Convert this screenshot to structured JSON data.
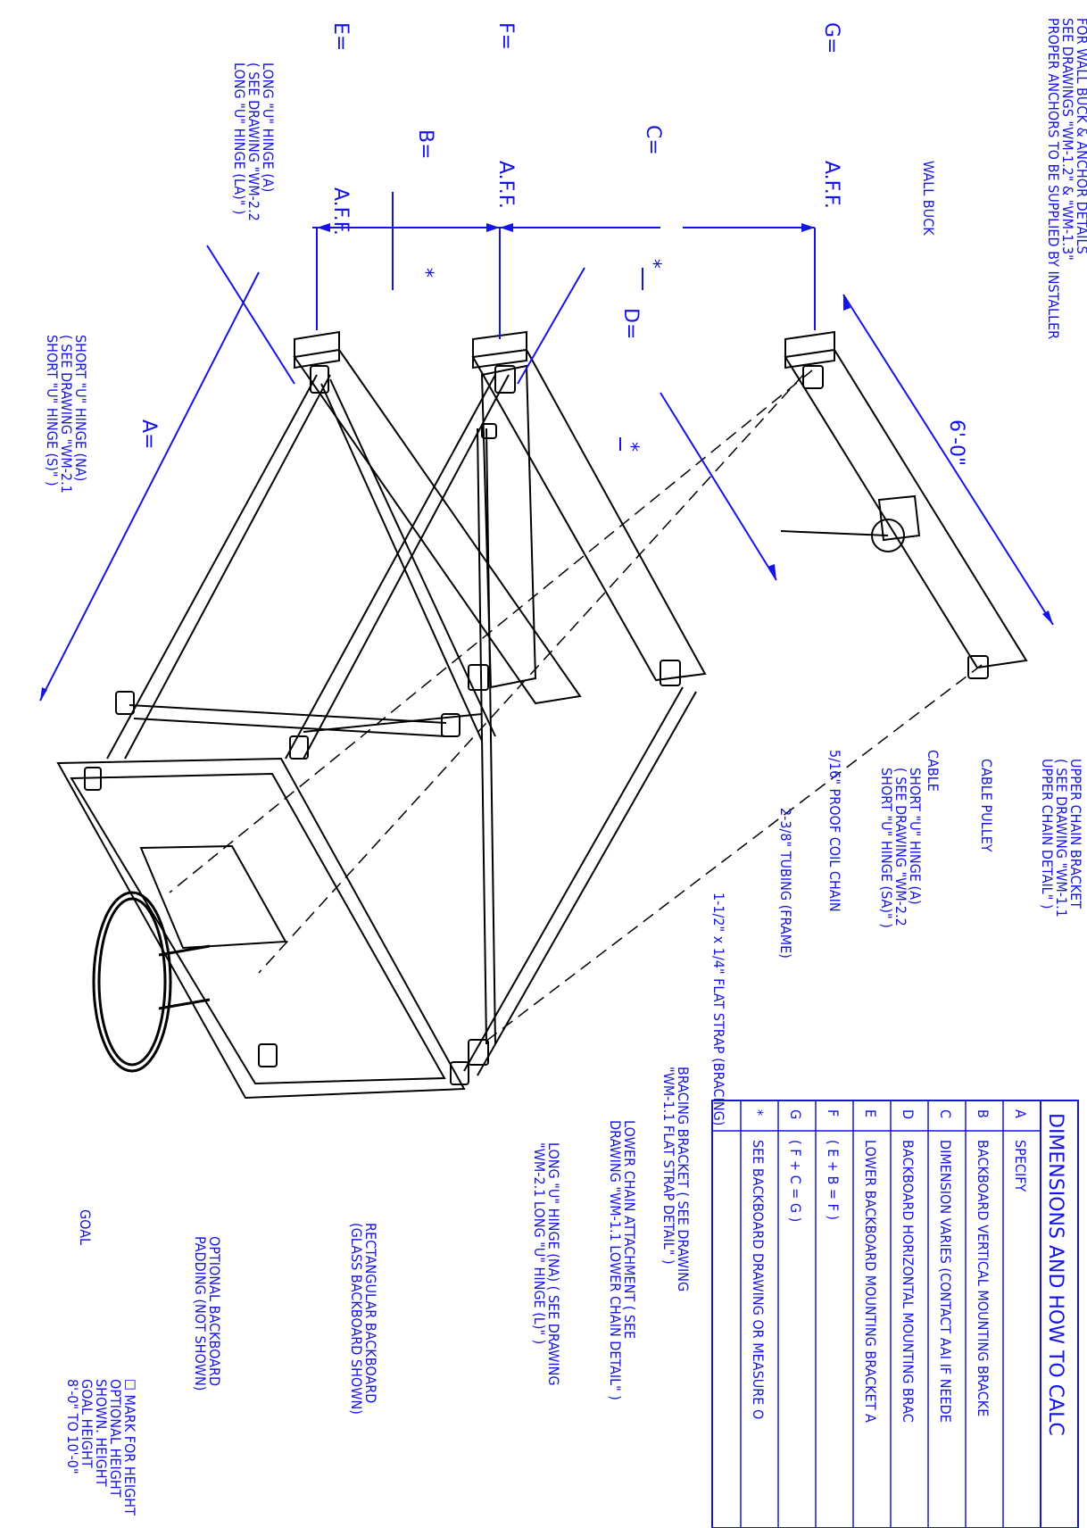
{
  "notes": {
    "wall_buck_anchor": [
      "FOR WALL BUCK & ANCHOR DETAILS",
      "SEE DRAWINGS \"WM-1.2\" & \"WM-1.3\"",
      "PROPER ANCHORS TO BE SUPPLIED BY INSTALLER"
    ],
    "mark_height": [
      "☐ MARK FOR HEIGHT",
      "OPTIONAL HEIGHT",
      "SHOWN. HEIGHT",
      "GOAL HEIGHT",
      "8'-0\" TO 10'-0\""
    ]
  },
  "dimensions": {
    "e_label": "E=",
    "f_label": "F=",
    "g_label": "G=",
    "b_label": "B=",
    "c_label": "C=",
    "d_label": "D=",
    "a_label": "A=",
    "aff": "A.F.F.",
    "asterisk": "*",
    "six_foot": "6'-0\""
  },
  "callouts": {
    "wall_buck": "WALL BUCK",
    "long_u_hinge_a": [
      "LONG \"U\" HINGE (A)",
      "( SEE DRAWING \"WM-2.2",
      "LONG \"U\" HINGE (LA)\" )"
    ],
    "short_u_hinge_na": [
      "SHORT \"U\" HINGE (NA)",
      "( SEE DRAWING \"WM-2.1",
      "SHORT \"U\" HINGE (S)\" )"
    ],
    "upper_chain_bracket": [
      "UPPER CHAIN BRACKET",
      "( SEE DRAWING \"WM-1.1",
      "UPPER CHAIN DETAIL\" )"
    ],
    "cable_pulley": "CABLE PULLEY",
    "cable": "CABLE",
    "short_u_hinge_a": [
      "SHORT \"U\" HINGE (A)",
      "( SEE DRAWING \"WM-2.2",
      "SHORT \"U\" HINGE (SA)\" )"
    ],
    "proof_coil_chain": "5/16\" PROOF COIL CHAIN",
    "tubing": "2-3/8\" TUBING (FRAME)",
    "flat_strap": "1-1/2\" x 1/4\" FLAT STRAP (BRACING)",
    "bracing_bracket": [
      "BRACING BRACKET ( SEE DRAWING",
      "\"WM-1.1 FLAT STRAP DETAIL\" )"
    ],
    "lower_chain": [
      "LOWER CHAIN ATTACHMENT ( SEE",
      "DRAWING \"WM-1.1 LOWER CHAIN DETAIL\" )"
    ],
    "long_u_hinge_na": [
      "LONG \"U\" HINGE (NA) ( SEE DRAWING",
      "\"WM-2.1 LONG \"U\" HINGE (L)\" )"
    ],
    "backboard": [
      "RECTANGULAR BACKBOARD",
      "(GLASS BACKBOARD SHOWN)"
    ],
    "padding": [
      "OPTIONAL BACKBOARD",
      "PADDING (NOT SHOWN)"
    ],
    "goal": "GOAL"
  },
  "table": {
    "title": "DIMENSIONS AND HOW TO CALC",
    "rows": [
      {
        "key": "A",
        "desc": "SPECIFY"
      },
      {
        "key": "B",
        "desc": "BACKBOARD VERTICAL MOUNTING BRACKE"
      },
      {
        "key": "C",
        "desc": "DIMENSION VARIES (CONTACT AAI IF NEEDE"
      },
      {
        "key": "D",
        "desc": "BACKBOARD HORIZONTAL MOUNTING BRAC"
      },
      {
        "key": "E",
        "desc": "LOWER BACKBOARD MOUNTING BRACKET A"
      },
      {
        "key": "F",
        "desc": "( E + B = F )"
      },
      {
        "key": "G",
        "desc": "( F + C = G )"
      },
      {
        "key": "*",
        "desc": "SEE BACKBOARD DRAWING OR MEASURE O"
      }
    ]
  },
  "colors": {
    "annotation": "#1414e6",
    "drawing": "#000000"
  }
}
